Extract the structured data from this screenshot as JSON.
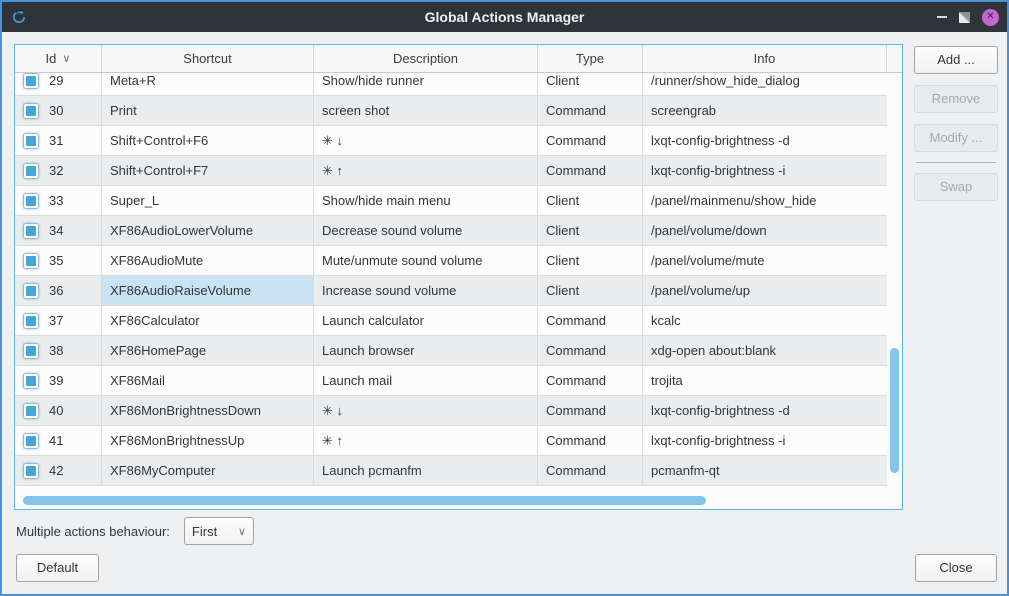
{
  "window": {
    "title": "Global Actions Manager"
  },
  "titlebar": {
    "minimize_icon": "minimize",
    "restore_icon": "restore",
    "close_glyph": "✕"
  },
  "icons": {
    "sort_indicator": "∨",
    "combo_chevron": "∨"
  },
  "colors": {
    "accent": "#45a7d9",
    "selection": "#c9e2f4",
    "scrollbar": "#84c3ea",
    "titlebar": "#2f343b",
    "window_border": "#4a91d5",
    "close_button": "#c665cf"
  },
  "table": {
    "columns": [
      "Id",
      "Shortcut",
      "Description",
      "Type",
      "Info"
    ],
    "sorted_column": "Id",
    "selected_cell_row_id": "36",
    "rows": [
      {
        "checked": true,
        "id": "29",
        "shortcut": "Meta+R",
        "description": "Show/hide runner",
        "type": "Client",
        "info": "/runner/show_hide_dialog"
      },
      {
        "checked": true,
        "id": "30",
        "shortcut": "Print",
        "description": "screen shot",
        "type": "Command",
        "info": "screengrab"
      },
      {
        "checked": true,
        "id": "31",
        "shortcut": "Shift+Control+F6",
        "description": "✳ ↓",
        "type": "Command",
        "info": "lxqt-config-brightness -d"
      },
      {
        "checked": true,
        "id": "32",
        "shortcut": "Shift+Control+F7",
        "description": "✳ ↑",
        "type": "Command",
        "info": "lxqt-config-brightness -i"
      },
      {
        "checked": true,
        "id": "33",
        "shortcut": "Super_L",
        "description": "Show/hide main menu",
        "type": "Client",
        "info": "/panel/mainmenu/show_hide"
      },
      {
        "checked": true,
        "id": "34",
        "shortcut": "XF86AudioLowerVolume",
        "description": "Decrease sound volume",
        "type": "Client",
        "info": "/panel/volume/down"
      },
      {
        "checked": true,
        "id": "35",
        "shortcut": "XF86AudioMute",
        "description": "Mute/unmute sound volume",
        "type": "Client",
        "info": "/panel/volume/mute"
      },
      {
        "checked": true,
        "id": "36",
        "shortcut": "XF86AudioRaiseVolume",
        "description": "Increase sound volume",
        "type": "Client",
        "info": "/panel/volume/up"
      },
      {
        "checked": true,
        "id": "37",
        "shortcut": "XF86Calculator",
        "description": "Launch calculator",
        "type": "Command",
        "info": "kcalc"
      },
      {
        "checked": true,
        "id": "38",
        "shortcut": "XF86HomePage",
        "description": "Launch browser",
        "type": "Command",
        "info": "xdg-open about:blank"
      },
      {
        "checked": true,
        "id": "39",
        "shortcut": "XF86Mail",
        "description": "Launch mail",
        "type": "Command",
        "info": "trojita"
      },
      {
        "checked": true,
        "id": "40",
        "shortcut": "XF86MonBrightnessDown",
        "description": "✳ ↓",
        "type": "Command",
        "info": "lxqt-config-brightness -d"
      },
      {
        "checked": true,
        "id": "41",
        "shortcut": "XF86MonBrightnessUp",
        "description": "✳ ↑",
        "type": "Command",
        "info": "lxqt-config-brightness -i"
      },
      {
        "checked": true,
        "id": "42",
        "shortcut": "XF86MyComputer",
        "description": "Launch pcmanfm",
        "type": "Command",
        "info": "pcmanfm-qt"
      }
    ]
  },
  "side_buttons": {
    "add": "Add ...",
    "remove": "Remove",
    "modify": "Modify ...",
    "swap": "Swap"
  },
  "footer": {
    "behaviour_label": "Multiple actions behaviour:",
    "behaviour_value": "First",
    "default_button": "Default",
    "close_button": "Close"
  }
}
